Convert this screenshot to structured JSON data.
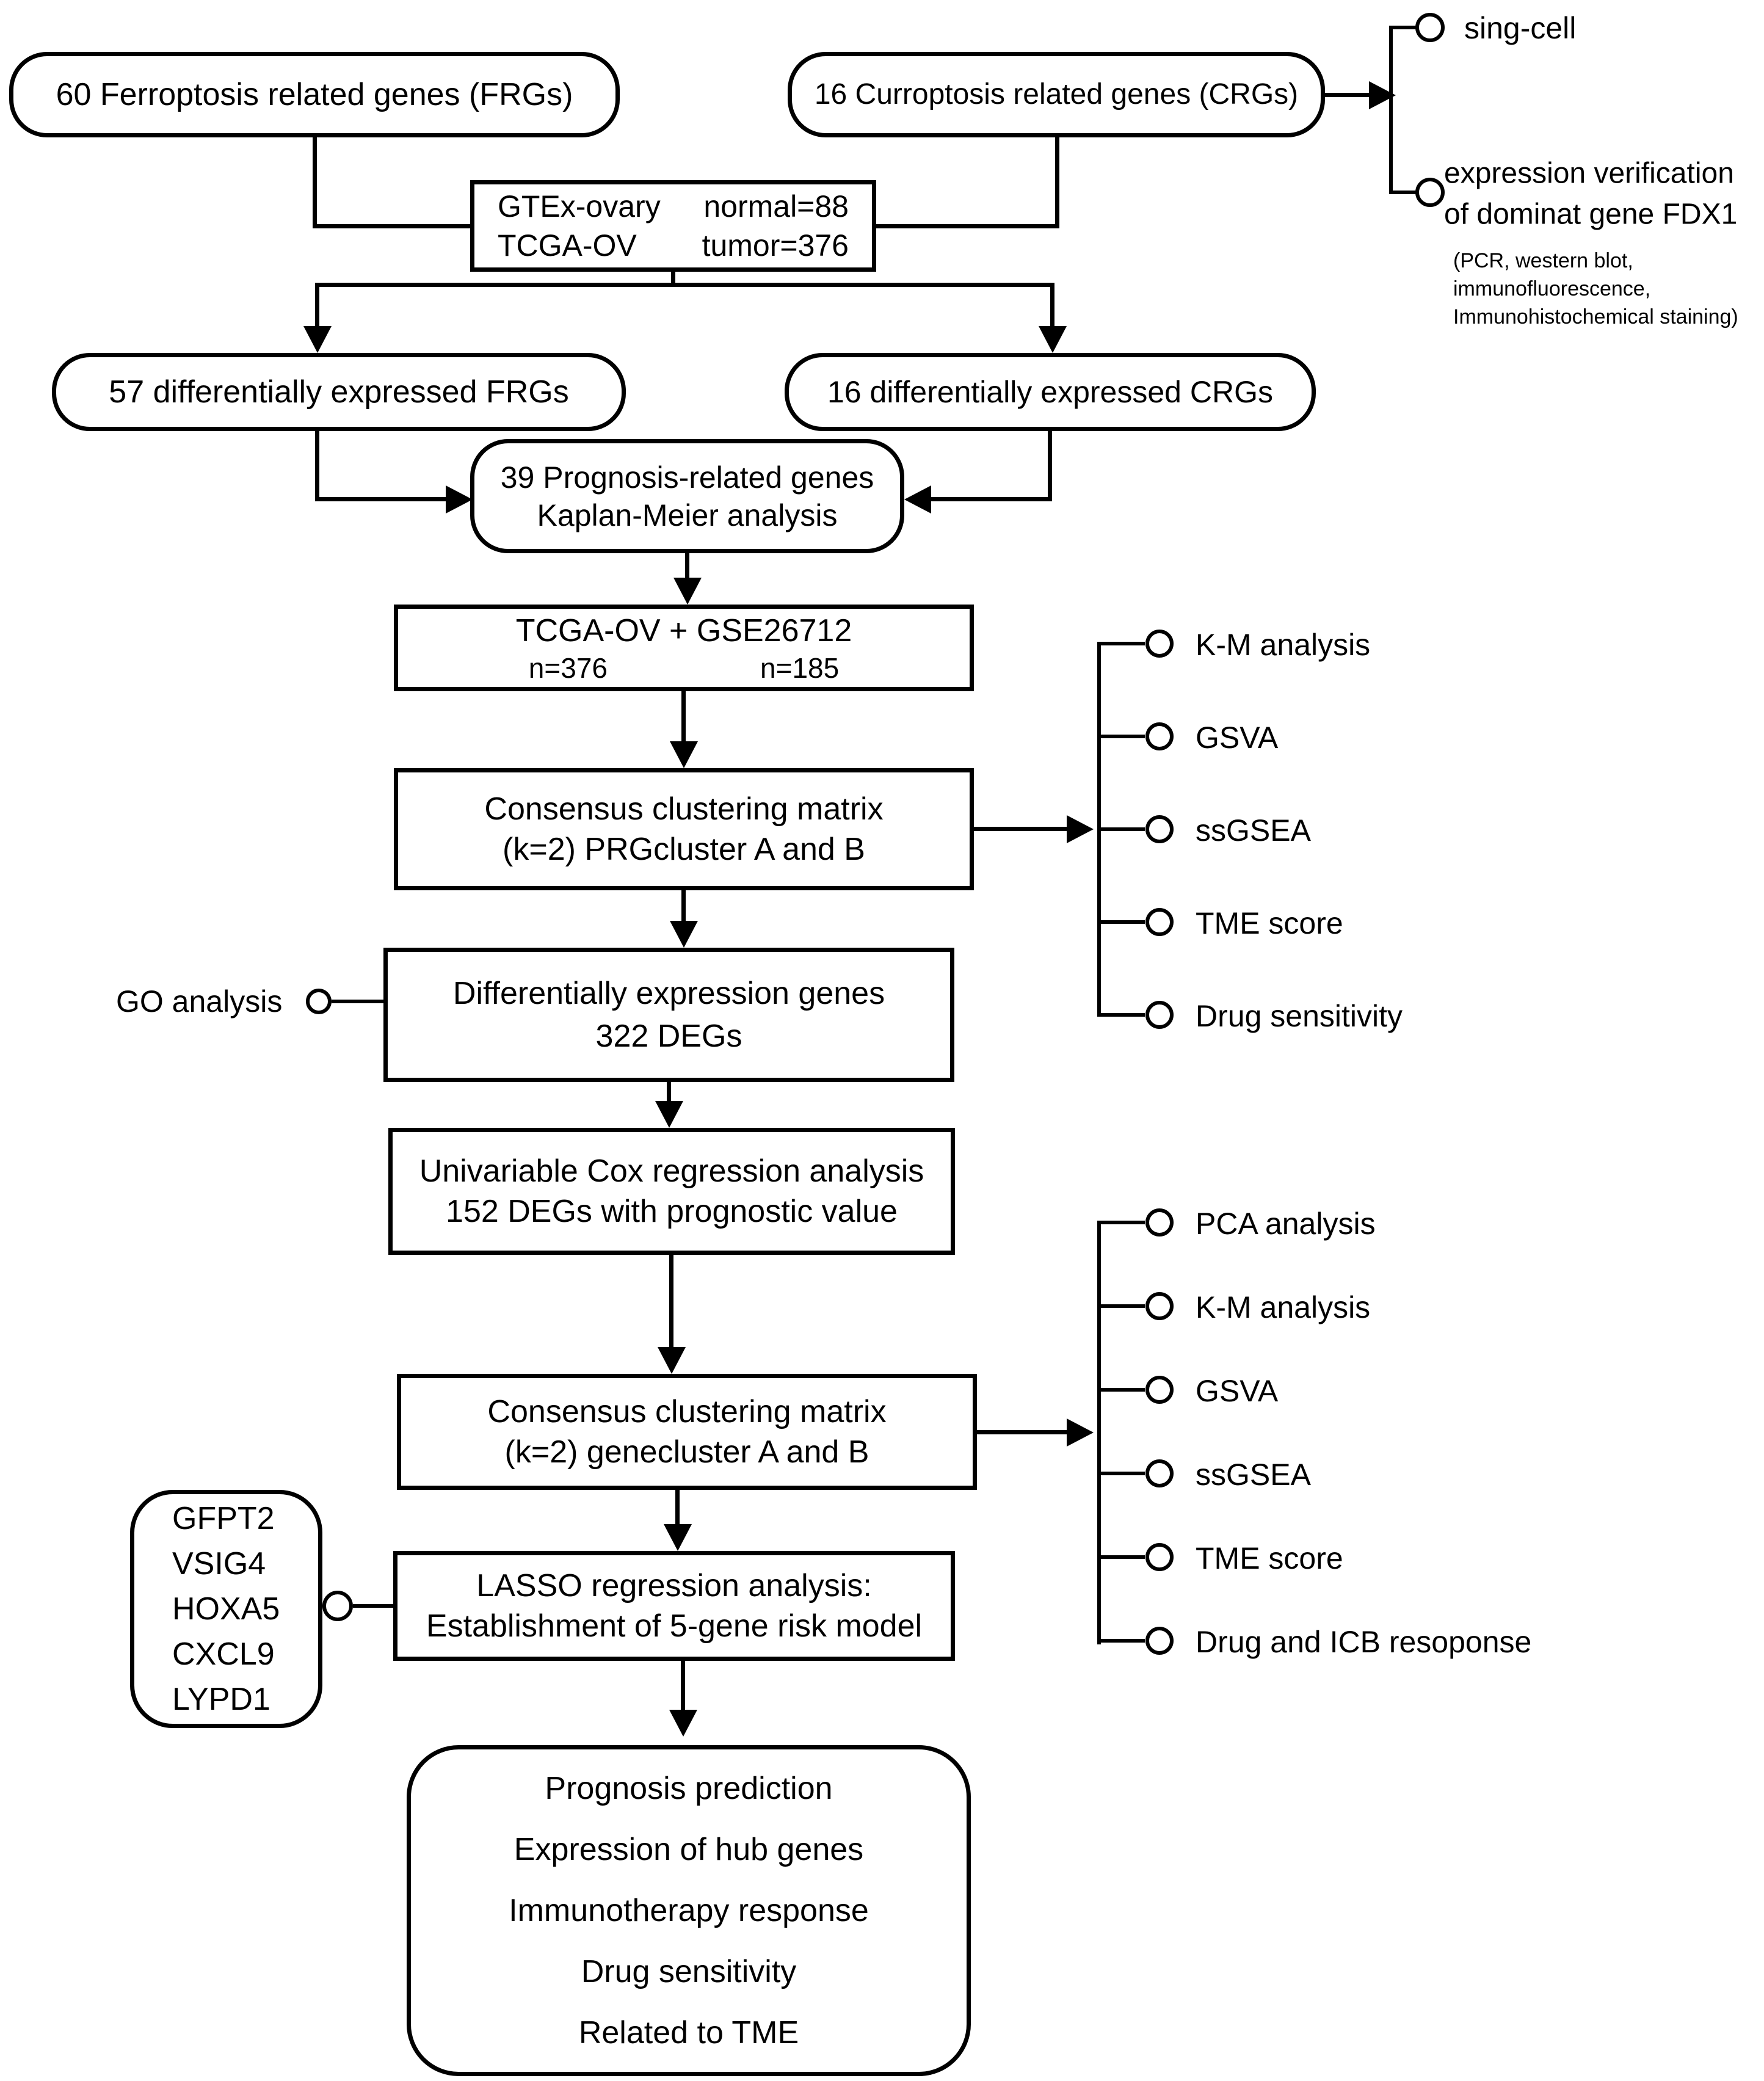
{
  "nodes": {
    "frg": "60 Ferroptosis related genes (FRGs)",
    "crg": "16 Curroptosis related genes (CRGs)",
    "gtex": {
      "r1l": "GTEx-ovary",
      "r1v": "normal=88",
      "r2l": "TCGA-OV",
      "r2v": "tumor=376"
    },
    "deg_frg": "57 differentially expressed FRGs",
    "deg_crg": "16 differentially expressed CRGs",
    "prognosis": [
      "39 Prognosis-related genes",
      "Kaplan-Meier analysis"
    ],
    "cohort": {
      "line1": "TCGA-OV + GSE26712",
      "n1": "n=376",
      "n2": "n=185"
    },
    "cluster_prg": [
      "Consensus clustering matrix",
      "(k=2) PRGcluster A and B"
    ],
    "deg322": [
      "Differentially expression genes",
      "322 DEGs"
    ],
    "cox": [
      "Univariable Cox regression analysis",
      "152 DEGs with prognostic value"
    ],
    "cluster_gene": [
      "Consensus clustering matrix",
      "(k=2) genecluster A and B"
    ],
    "lasso": [
      "LASSO regression analysis:",
      "Establishment of 5-gene risk model"
    ],
    "genes": [
      "GFPT2",
      "VSIG4",
      "HOXA5",
      "CXCL9",
      "LYPD1"
    ],
    "outcomes": [
      "Prognosis prediction",
      "Expression of hub genes",
      "Immunotherapy response",
      "Drug sensitivity",
      "Related to TME"
    ]
  },
  "side": {
    "go": "GO analysis",
    "single_cell": "sing-cell",
    "expr_verif": [
      "expression verification",
      "of dominat gene FDX1"
    ],
    "methods_note": [
      "(PCR, western blot,",
      "immunofluorescence,",
      "Immunohistochemical staining)"
    ],
    "bracket1": [
      "K-M analysis",
      "GSVA",
      "ssGSEA",
      "TME score",
      "Drug sensitivity"
    ],
    "bracket2": [
      "PCA analysis",
      "K-M analysis",
      "GSVA",
      "ssGSEA",
      "TME score",
      "Drug and ICB resoponse"
    ]
  },
  "colors": {
    "ink": "#000000",
    "paper": "#ffffff"
  }
}
